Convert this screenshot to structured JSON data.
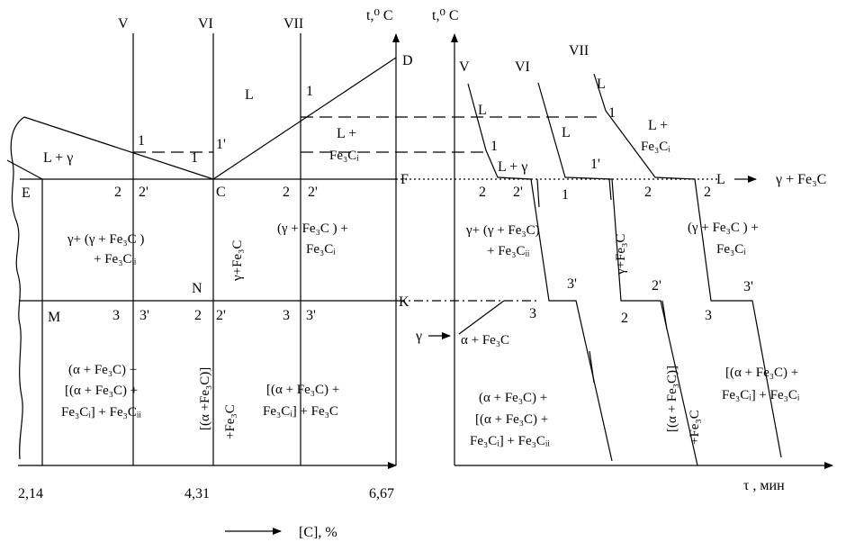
{
  "left": {
    "axis_t": "t,⁰ C",
    "axis_x_note": "[C], %",
    "x_ticks": [
      "2,14",
      "4,31",
      "6,67"
    ],
    "alloy_lines": [
      "V",
      "VI",
      "VII"
    ],
    "points": {
      "D": "D",
      "E": "E",
      "C": "C",
      "F": "F",
      "M": "M",
      "N": "N",
      "K": "K"
    },
    "markers": {
      "one_a": "1",
      "one_b": "1",
      "one_p": "1'",
      "one_c": "1",
      "two_a": "2",
      "two_pa": "2'",
      "two_b": "2",
      "two_pb": "2'",
      "two_c": "2",
      "two_pc": "2'",
      "three_a": "3",
      "three_pa": "3'",
      "three_b": "3",
      "three_pb": "3'"
    },
    "regions": {
      "liquid": "L",
      "l_gamma": "L  +  γ",
      "l_fe3c_1": "L  +",
      "l_fe3c_2": "Fe₃Cᵢ",
      "gamma_mix_1": "γ+ (γ  + Fe₃C )",
      "gamma_mix_2": "+ Fe₃Cᵢᵢ",
      "gamma_fe3c_v": "γ+Fe₃C",
      "gamma_right_1": "(γ  + Fe₃C ) +",
      "gamma_right_2": "Fe₃Cᵢ",
      "alpha_left_1": "(α + Fe₃C) +",
      "alpha_left_2": "[(α + Fe₃C) +",
      "alpha_left_3": "Fe₃Cᵢ] + Fe₃Cᵢᵢ",
      "alpha_mid_1": "[(α +Fe₃C)]",
      "alpha_mid_2": "+Fe₃C",
      "alpha_right_1": "[(α + Fe₃C) +",
      "alpha_right_2": "Fe₃Cᵢ] + Fe₃C"
    }
  },
  "right": {
    "axis_t": "t,⁰ C",
    "axis_time": "τ , мин",
    "alloy_lines": [
      "V",
      "VI",
      "VII"
    ],
    "markers": {
      "one_a": "1",
      "one_b": "1",
      "one_p": "1'",
      "one_c": "1",
      "two_a": "2",
      "two_pa": "2'",
      "two_b": "2",
      "two_pb": "2'",
      "two_c": "2",
      "three_a": "3",
      "three_pa": "3'",
      "three_b": "3",
      "three_pb": "3'"
    },
    "regions": {
      "l_a": "L",
      "l_b": "L",
      "l_c": "L",
      "l_gamma": "L  +  γ",
      "l_fe3c_1": "L  +",
      "l_fe3c_2": "Fe₃Cᵢ",
      "l_to": "L",
      "l_to_result": "γ  + Fe₃C",
      "gamma_mix_1": "γ+ (γ  + Fe₃C)",
      "gamma_mix_2": "+ Fe₃Cᵢᵢ",
      "gamma_fe3c_v": "γ+Fe₃C",
      "gamma_right_1": "(γ  + Fe₃C ) +",
      "gamma_right_2": "Fe₃Cᵢ",
      "g_to": "γ",
      "g_to_result": "α  + Fe₃C",
      "alpha_left_1": "(α + Fe₃C) +",
      "alpha_left_2": "[(α + Fe₃C) +",
      "alpha_left_3": "Fe₃Cᵢ] + Fe₃Cᵢᵢ",
      "alpha_mid_1": "[(α + Fe₃C)]",
      "alpha_mid_2": "+Fe₃C",
      "alpha_right_1": "[(α + Fe₃C) +",
      "alpha_right_2": "Fe₃Cᵢ] + Fe₃Cᵢ"
    }
  }
}
